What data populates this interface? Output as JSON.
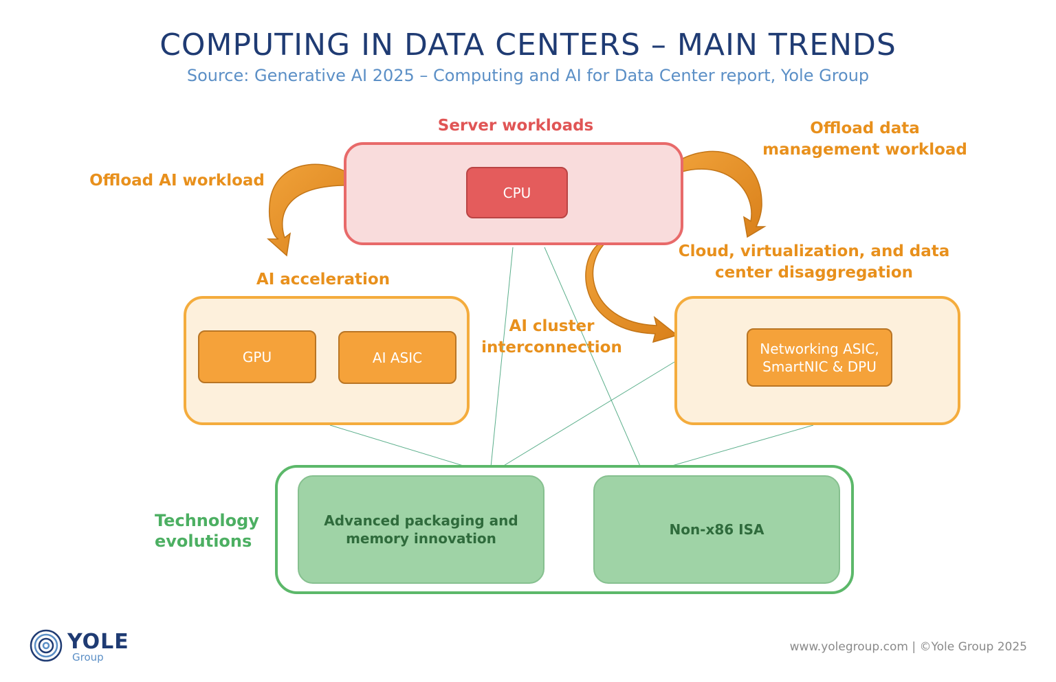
{
  "title": "COMPUTING IN DATA CENTERS – MAIN TRENDS",
  "subtitle": "Source: Generative AI 2025 – Computing and AI for Data Center report, Yole Group",
  "labels": {
    "server_workloads": "Server workloads",
    "offload_ai": "Offload AI workload",
    "offload_data": "Offload data management workload",
    "ai_acceleration": "AI acceleration",
    "cloud": "Cloud, virtualization, and data center disaggregation",
    "ai_cluster": "AI cluster interconnection",
    "technology": "Technology evolutions"
  },
  "chips": {
    "cpu": "CPU",
    "gpu": "GPU",
    "ai_asic": "AI ASIC",
    "networking": "Networking ASIC, SmartNIC & DPU",
    "packaging": "Advanced packaging and memory innovation",
    "isa": "Non-x86 ISA"
  },
  "logo": {
    "word": "YOLE",
    "sub": "Group"
  },
  "footer": "www.yolegroup.com | ©Yole Group 2025",
  "colors": {
    "title": "#1f3b73",
    "subtitle": "#5b8fc6",
    "server": "#e86a6a",
    "ai": "#f4ac3d",
    "tech": "#5cb86a",
    "arrow": "#e8951f"
  }
}
